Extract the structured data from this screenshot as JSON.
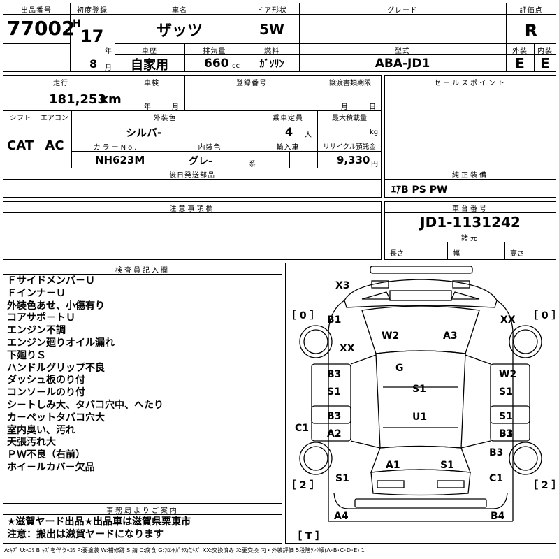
{
  "header": {
    "lot_number_label": "出品番号",
    "lot_number": "77002",
    "first_reg_label": "初度登録",
    "era": "H",
    "year": "17",
    "year_unit": "年",
    "month": "8",
    "month_unit": "月",
    "car_name_label": "車名",
    "car_name": "ザッツ",
    "door_label": "ドア形状",
    "door_type": "5W",
    "grade_label": "グレード",
    "grade": "",
    "score_label": "評価点",
    "score": "R",
    "history_label": "車歴",
    "history": "自家用",
    "displacement_label": "排気量",
    "displacement": "660",
    "displacement_unit": "cc",
    "fuel_label": "燃料",
    "fuel": "ｶﾞｿﾘﾝ",
    "model_label": "型式",
    "model": "ABA-JD1",
    "exterior_label": "外装",
    "exterior": "E",
    "interior_label": "内装",
    "interior": "E"
  },
  "row2": {
    "mileage_label": "走行",
    "mileage": "181,253",
    "mileage_unit": "km",
    "inspection_label": "車検",
    "inspection_year_unit": "年",
    "inspection_month_unit": "月",
    "reg_number_label": "登録番号",
    "transfer_label": "譲渡書類期限",
    "transfer_month_unit": "月",
    "transfer_day_unit": "日",
    "sales_point_label": "セールスポイント",
    "shift_label": "シフト",
    "shift": "CAT",
    "ac_label": "エアコン",
    "ac": "AC",
    "ext_color_label": "外装色",
    "ext_color": "シルバ-",
    "capacity_label": "乗車定員",
    "capacity": "4",
    "capacity_unit": "人",
    "max_load_label": "最大積載量",
    "max_load_unit": "kg",
    "color_no_label": "カラーNo.",
    "color_no": "NH623M",
    "int_color_label": "内装色",
    "int_color": "グレ-",
    "int_color_unit": "系",
    "import_label": "輸入車",
    "recycle_label": "リサイクル預託金",
    "recycle": "9,330",
    "recycle_unit": "円",
    "later_parts_label": "後日発送部品",
    "equipment_label": "純正装備",
    "equipment": "ｴｱB PS PW",
    "caution_label": "注意事項欄",
    "chassis_label": "車台番号",
    "chassis": "JD1-1131242",
    "dims_label": "諸元",
    "length_label": "長さ",
    "width_label": "幅",
    "height_label": "高さ"
  },
  "inspector": {
    "title": "検査員記入欄",
    "notes": [
      "Ｆサイドメンバ－Ｕ",
      "Ｆインナ－Ｕ",
      "外装色あせ、小傷有り",
      "コアサポ－トＵ",
      "エンジン不調",
      "エンジン廻りオイル漏れ",
      "下廻りＳ",
      "ハンドルグリップ不良",
      "ダッシュ板のり付",
      "コンソ－ルのり付",
      "シ－トしみ大、タバコ穴中、へたり",
      "カ－ペットタバコ穴大",
      "室内臭い、汚れ",
      "天張汚れ大",
      "ＰＷ不良（右前）",
      "ホイ－ルカバ－欠品"
    ]
  },
  "office": {
    "title": "事務局よりご案内",
    "line1": "★滋賀ヤード出品★出品車は滋賀県栗東市",
    "line2": "注意：搬出は滋賀ヤードになります"
  },
  "diagram": {
    "tire_fl": "［ 0 ］",
    "tire_fr": "［ 0 ］",
    "tire_rl": "［ 2 ］",
    "tire_rr": "［ 2 ］",
    "spare": "［ T ］",
    "marks": [
      "X3",
      "B1",
      "XX",
      "XX",
      "W2",
      "A3",
      "G",
      "B3",
      "S1",
      "S1",
      "W2",
      "S1",
      "B3",
      "S1",
      "U1",
      "B3",
      "C1",
      "A2",
      "S1",
      "A1",
      "S1",
      "B3",
      "C1",
      "S1",
      "A4",
      "B4"
    ]
  },
  "legend": "A:ｷｽﾞ U:ﾍｺﾐ B:ｷｽﾞを伴うﾍｺﾐ P:要塗装 W:補修跡 S:錆 C:腐食 G:ﾌﾛﾝﾄｶﾞﾗｽ点ｷｽﾞ XX:交換済み X:要交換  内・外装評価 5段階ﾗﾝｸ順(A･B･C･D･E) 1"
}
